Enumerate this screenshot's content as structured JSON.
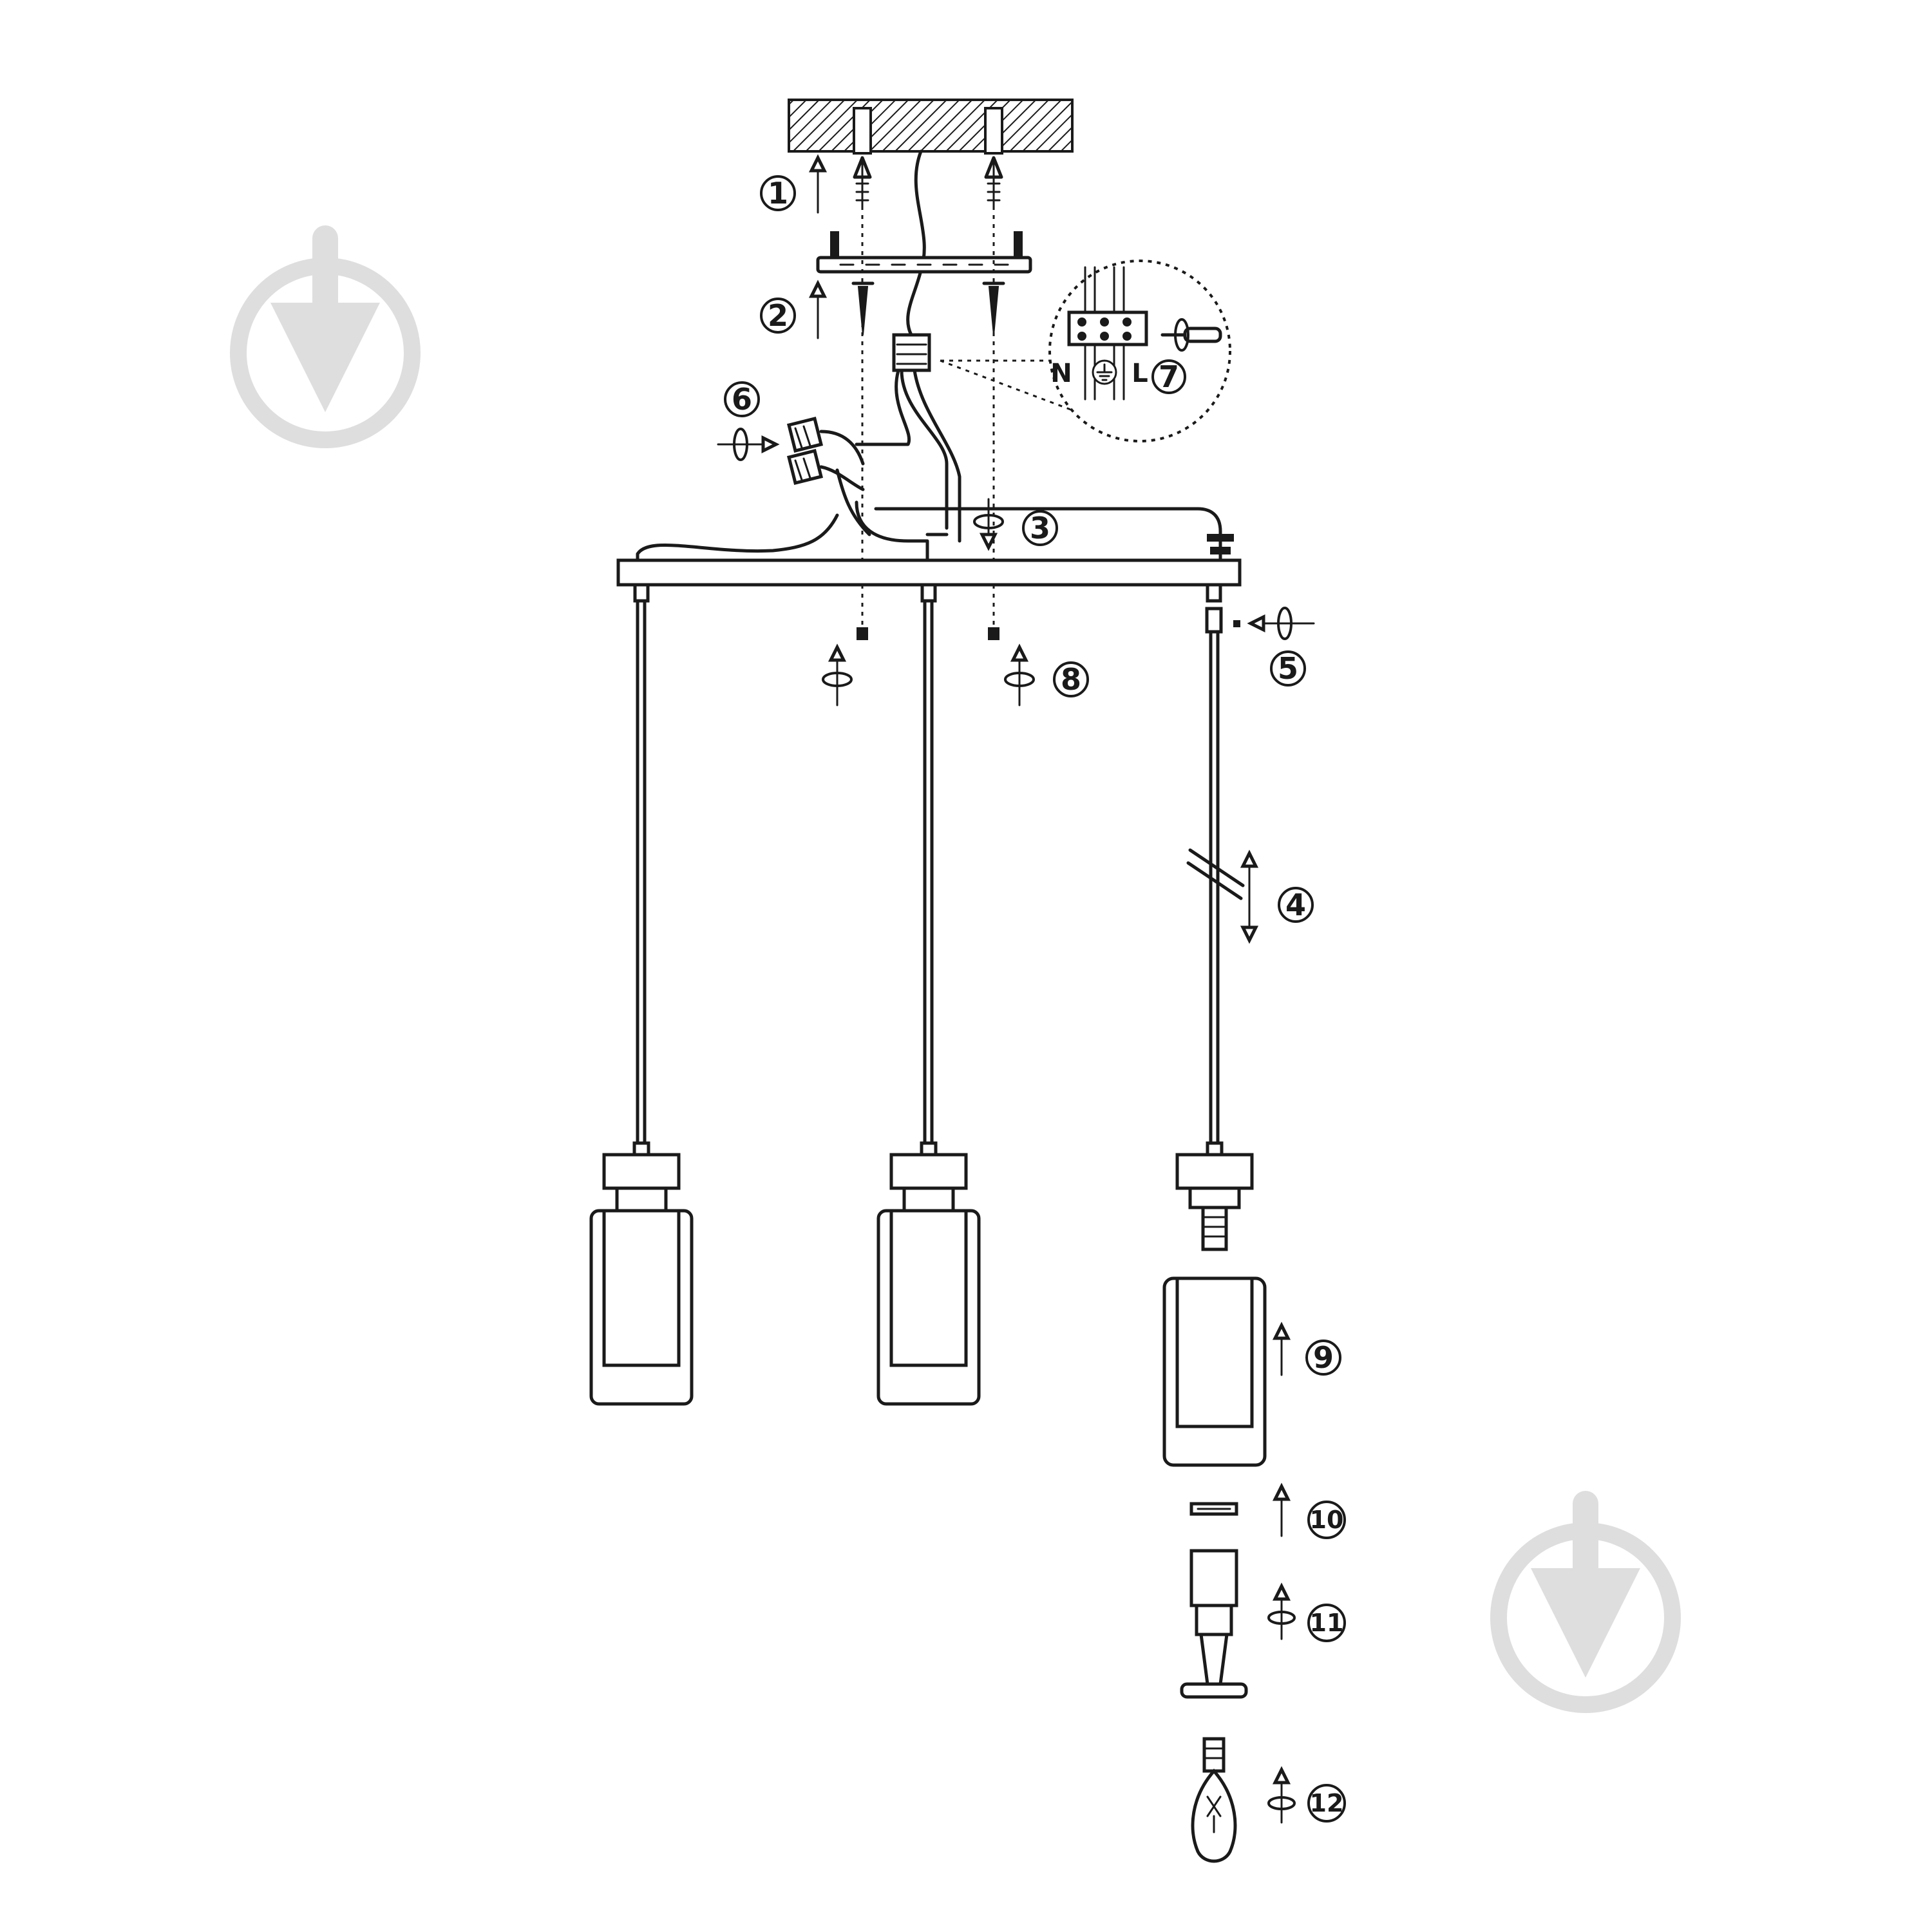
{
  "diagram": {
    "steps": [
      {
        "number": "1"
      },
      {
        "number": "2"
      },
      {
        "number": "3"
      },
      {
        "number": "4"
      },
      {
        "number": "5"
      },
      {
        "number": "6"
      },
      {
        "number": "7"
      },
      {
        "number": "8"
      },
      {
        "number": "9"
      },
      {
        "number": "10"
      },
      {
        "number": "11"
      },
      {
        "number": "12"
      }
    ],
    "terminal_labels": {
      "neutral": "N",
      "live": "L"
    },
    "icons": [
      "push-arrow-icon",
      "twist-arrow-icon",
      "screwdriver-icon",
      "ground-symbol-icon",
      "watermark-logo-icon"
    ],
    "colors": {
      "line": "#1a1a1a",
      "watermark": "#dedede",
      "background": "#ffffff"
    }
  }
}
